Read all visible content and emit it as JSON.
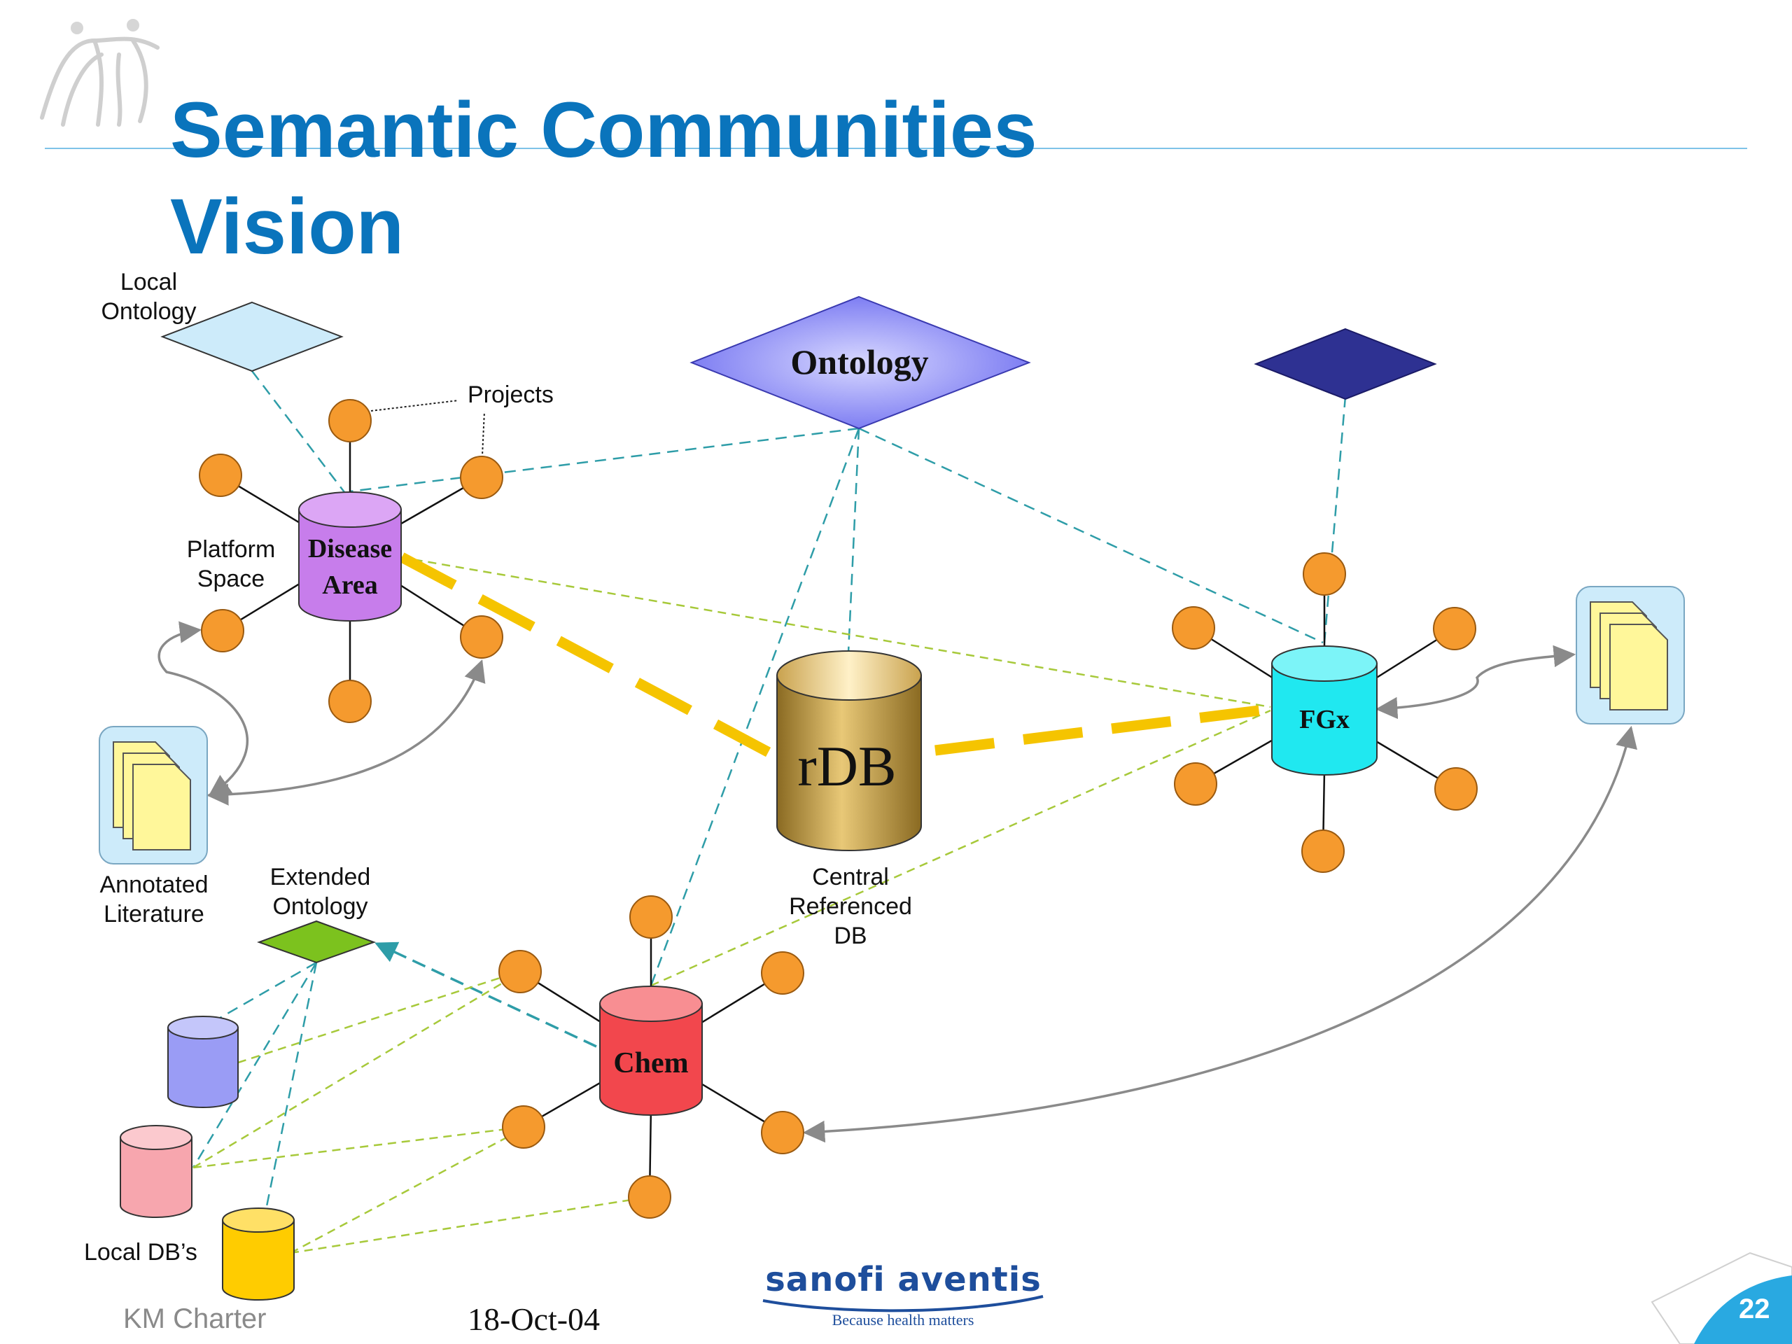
{
  "slide": {
    "title_line1": "Semantic Communities",
    "title_line2": "Vision",
    "footer_left": "KM Charter",
    "footer_date": "18-Oct-04",
    "page_number": "22",
    "logo_name": "sanofi aventis",
    "logo_tagline": "Because health matters"
  },
  "labels": {
    "local_ontology_l1": "Local",
    "local_ontology_l2": "Ontology",
    "projects": "Projects",
    "platform_space_l1": "Platform",
    "platform_space_l2": "Space",
    "annotated_literature_l1": "Annotated",
    "annotated_literature_l2": "Literature",
    "extended_ontology_l1": "Extended",
    "extended_ontology_l2": "Ontology",
    "central_db_l1": "Central",
    "central_db_l2": "Referenced",
    "central_db_l3": "DB",
    "local_dbs": "Local DB’s"
  },
  "nodes": {
    "ontology": "Ontology",
    "disease_area_l1": "Disease",
    "disease_area_l2": "Area",
    "rdb": "rDB",
    "fgx": "FGx",
    "chem": "Chem"
  },
  "colors": {
    "title": "#0A74BC",
    "ontology_diamond": "#6C6CF0",
    "top_right_diamond": "#2E3192",
    "local_ontology_diamond": "#CDEBFA",
    "extended_ontology_diamond": "#7CC21E",
    "disease_area": "#C77DEB",
    "rdb": "#C9A24E",
    "fgx": "#20E8F0",
    "chem": "#F2474D",
    "satellite": "#F59A2E",
    "thick_link": "#F5C400",
    "teal_dashed": "#2E9DA8",
    "green_dashed": "#A7C93A",
    "local_db_blue": "#9A9CF5",
    "local_db_pink": "#F7A6AE",
    "local_db_yellow": "#FFCC00",
    "page_badge": "#29A9E1"
  }
}
